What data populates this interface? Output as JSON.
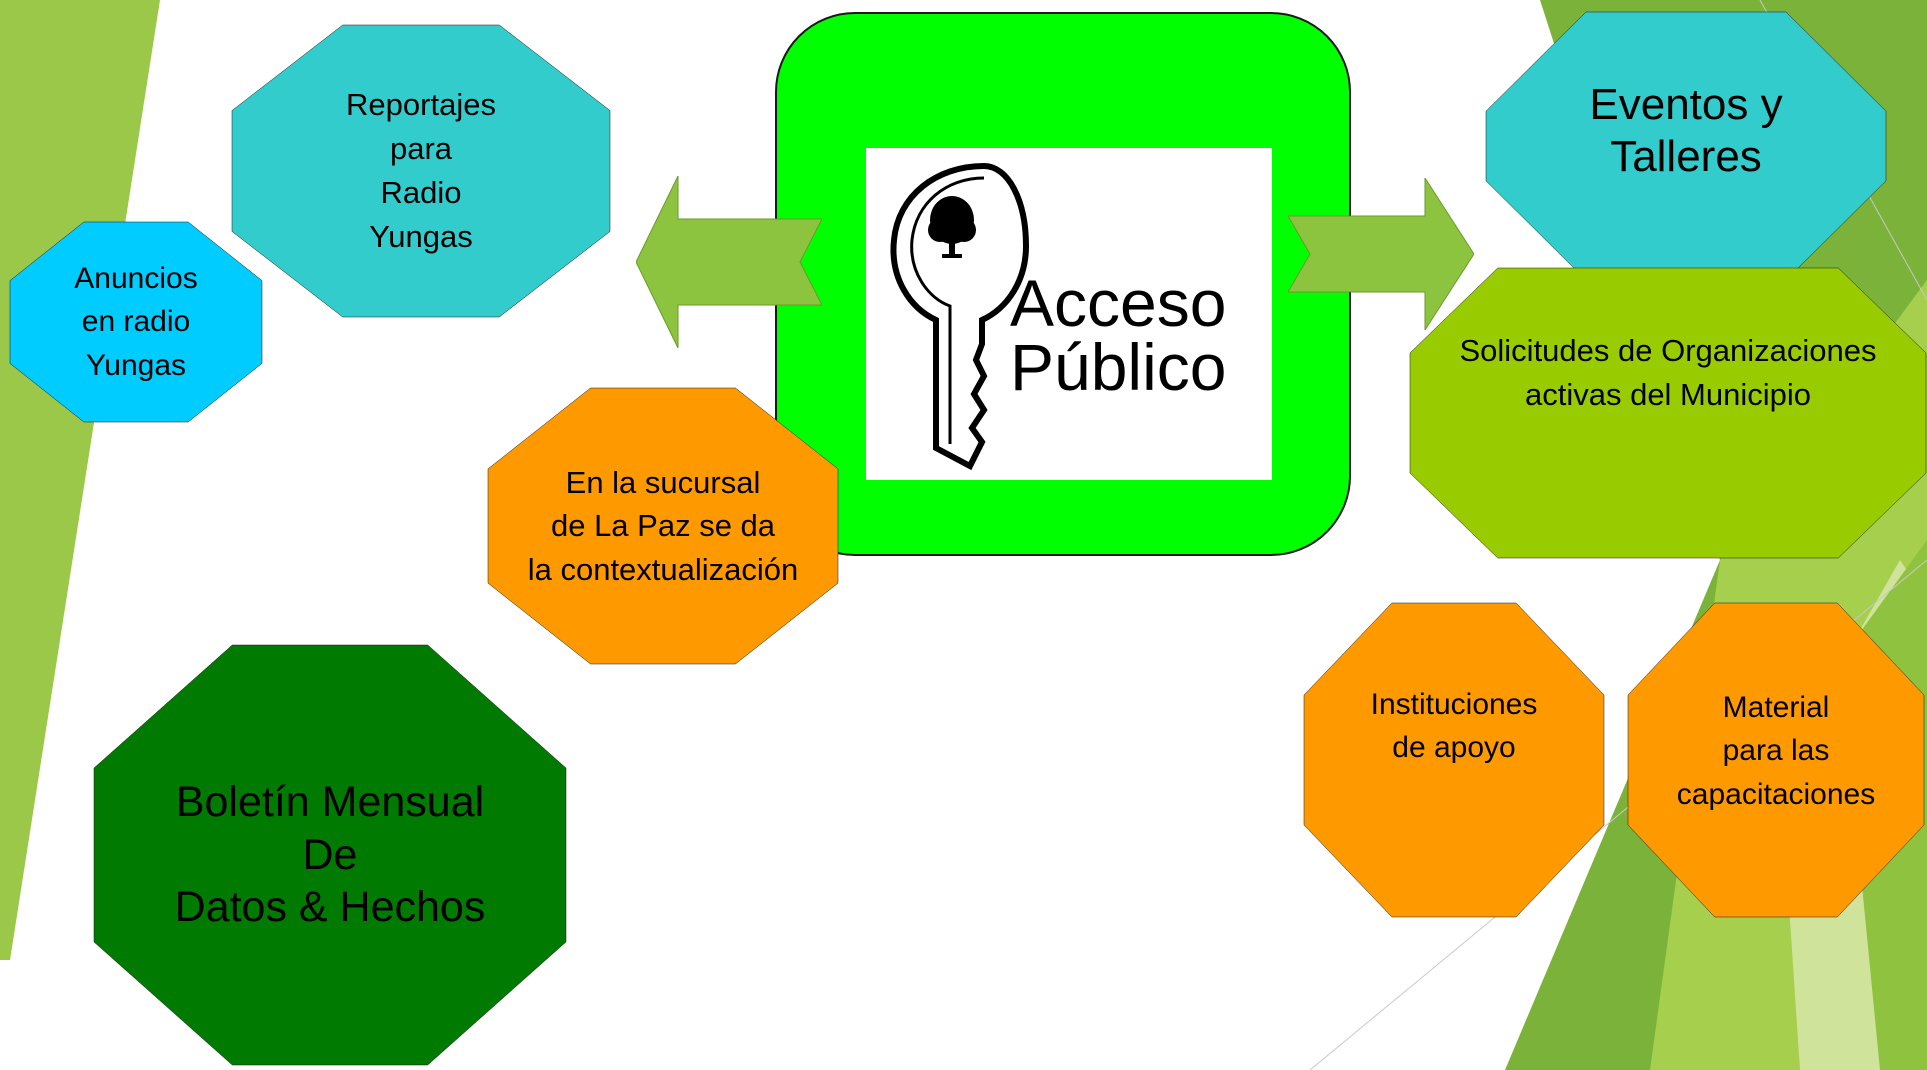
{
  "colors": {
    "teal": "#33cccc",
    "sky_blue": "#00ccff",
    "orange": "#ff9900",
    "lime": "#99cc00",
    "dark_green": "#007a00",
    "center_green": "#00ff00",
    "arrow_green": "#8dc43f",
    "bg_green": "#9bc848"
  },
  "center": {
    "logo_line1": "Acceso",
    "logo_line2": "Público",
    "logo_icon": "key-with-tree-icon"
  },
  "nodes": {
    "reportajes": "Reportajes\npara\nRadio\nYungas",
    "anuncios": "Anuncios\nen radio\nYungas",
    "sucursal": "En la sucursal\nde La Paz se da\nla contextualización",
    "boletin": "Boletín Mensual\nDe\nDatos & Hechos",
    "eventos": "Eventos y\nTalleres",
    "solicitudes": "Solicitudes de Organizaciones\nactivas del Municipio",
    "instituciones": "Instituciones\nde apoyo",
    "material": "Material\npara las\ncapacitaciones"
  }
}
